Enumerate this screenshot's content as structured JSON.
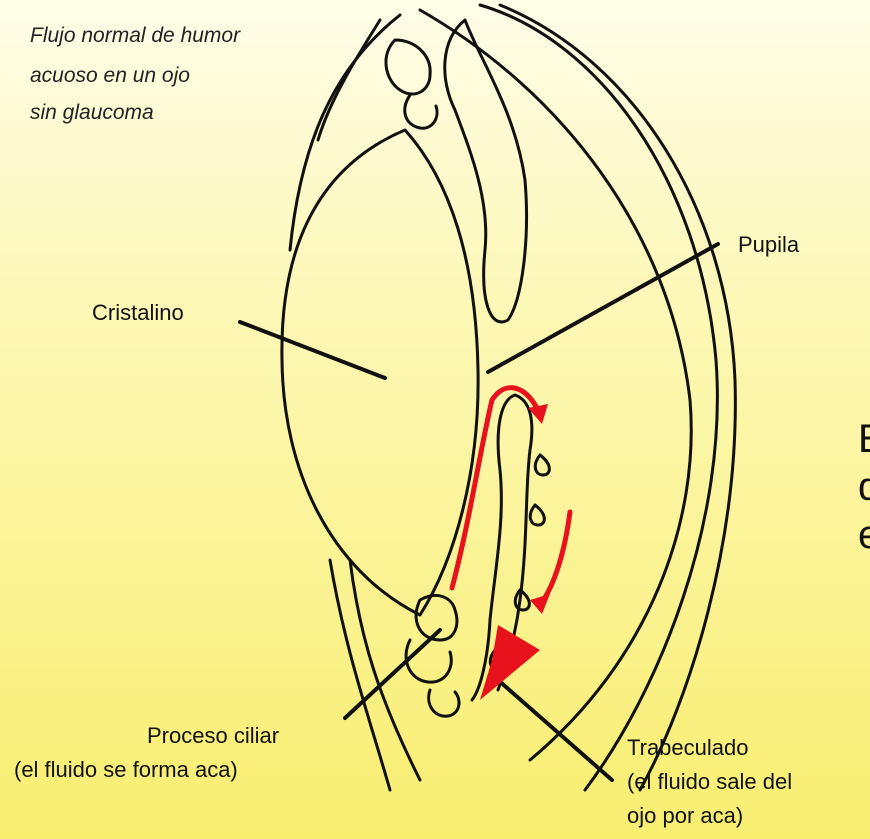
{
  "title_lines": [
    "Flujo normal de humor",
    "acuoso en un ojo",
    "sin  glaucoma"
  ],
  "labels": {
    "pupila": "Pupila",
    "cristalino": "Cristalino",
    "proceso_line1": "Proceso ciliar",
    "proceso_line2": "(el fluido se forma aca)",
    "trabeculado_line1": "Trabeculado",
    "trabeculado_line2": "(el fluido sale del",
    "trabeculado_line3": "ojo por aca)"
  },
  "cut_off_text": [
    "E",
    "d",
    "e"
  ],
  "colors": {
    "outline": "#111111",
    "flow_arrow": "#e8121c",
    "background_top": "#fefde8",
    "background_bottom": "#f8ee70"
  }
}
